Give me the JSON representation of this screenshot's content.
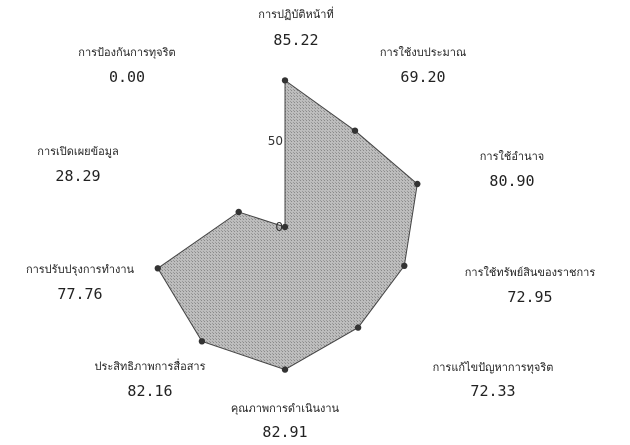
{
  "chart_data": {
    "type": "radar",
    "title": "",
    "rlim": [
      0,
      100
    ],
    "ticks": [
      {
        "value": 0,
        "label": "0"
      },
      {
        "value": 50,
        "label": "50"
      }
    ],
    "categories": [
      "การปฏิบัติหน้าที่",
      "การใช้งบประมาณ",
      "การใช้อำนาจ",
      "การใช้ทรัพย์สินของราชการ",
      "การแก้ไขปัญหาการทุจริต",
      "คุณภาพการดำเนินงาน",
      "ประสิทธิภาพการสื่อสาร",
      "การปรับปรุงการทำงาน",
      "การเปิดเผยข้อมูล",
      "การป้องกันการทุจริต"
    ],
    "values": [
      85.22,
      69.2,
      80.9,
      72.95,
      72.33,
      82.91,
      82.16,
      77.76,
      28.29,
      0.0
    ],
    "value_labels": [
      "85.22",
      "69.20",
      "80.90",
      "72.95",
      "72.33",
      "82.91",
      "82.16",
      "77.76",
      "28.29",
      "0.00"
    ],
    "colors": {
      "fill": "#b8b8b8",
      "stroke": "#444444",
      "marker": "#333333"
    }
  }
}
